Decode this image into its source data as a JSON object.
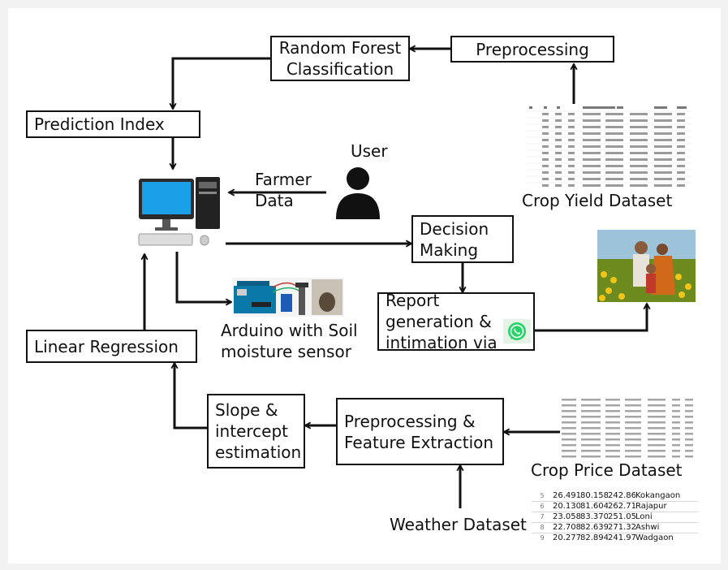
{
  "boxes": {
    "random_forest": "Random Forest Classification",
    "preprocessing_top": "Preprocessing",
    "prediction_index": "Prediction Index",
    "decision_making": "Decision Making",
    "report_generation": "Report generation & intimation via",
    "linear_regression": "Linear Regression",
    "slope_intercept": "Slope & intercept estimation",
    "preprocessing_feature": "Preprocessing & Feature Extraction"
  },
  "labels": {
    "user": "User",
    "farmer_data": "Farmer Data",
    "crop_yield_dataset": "Crop Yield Dataset",
    "arduino": "Arduino with Soil moisture sensor",
    "crop_price_dataset": "Crop Price Dataset",
    "weather_dataset": "Weather Dataset"
  },
  "weather_rows": [
    [
      "5",
      "26.49109",
      "80.15836",
      "242.8640",
      "Kokangaon"
    ],
    [
      "6",
      "20.13017",
      "81.60487",
      "262.7173",
      "Rajapur"
    ],
    [
      "7",
      "23.05804",
      "83.37011",
      "251.0549",
      "Loni"
    ],
    [
      "8",
      "22.70888",
      "82.63941",
      "271.3248",
      "Ashwi"
    ],
    [
      "9",
      "20.27774",
      "82.89406",
      "241.9741",
      "Wadgaon"
    ]
  ],
  "icons": [
    "computer-icon",
    "user-icon",
    "whatsapp-icon",
    "arduino-icon",
    "farmers-photo"
  ],
  "colors": {
    "monitor": "#1aa0e6",
    "whatsapp": "#25d366",
    "arrow": "#111111"
  }
}
